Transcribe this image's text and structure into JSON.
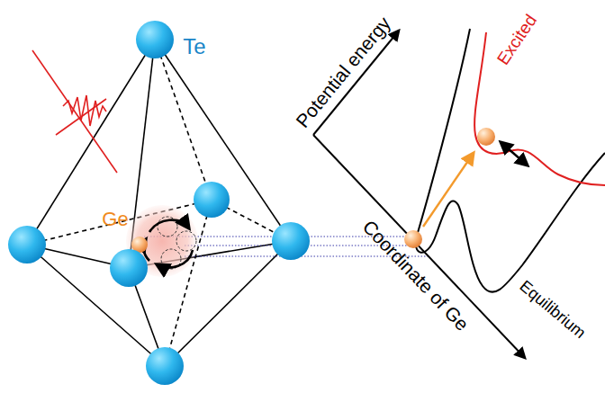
{
  "diagram": {
    "labels": [
      "Te",
      "Ge",
      "Potential energy",
      "Excited",
      "Coordinate of Ge",
      "Equilibrium"
    ]
  }
}
